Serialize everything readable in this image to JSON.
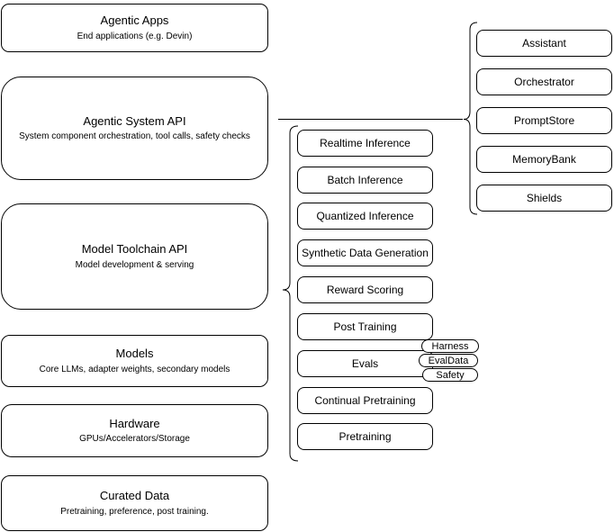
{
  "left_stack": {
    "agentic_apps": {
      "title": "Agentic Apps",
      "subtitle": "End applications (e.g. Devin)"
    },
    "agentic_system_api": {
      "title": "Agentic System API",
      "subtitle": "System component orchestration, tool calls, safety checks"
    },
    "model_toolchain_api": {
      "title": "Model Toolchain API",
      "subtitle": "Model development & serving"
    },
    "models": {
      "title": "Models",
      "subtitle": "Core LLMs, adapter weights, secondary models"
    },
    "hardware": {
      "title": "Hardware",
      "subtitle": "GPUs/Accelerators/Storage"
    },
    "curated_data": {
      "title": "Curated Data",
      "subtitle": "Pretraining, preference, post training."
    }
  },
  "toolchain_components": [
    "Realtime Inference",
    "Batch Inference",
    "Quantized Inference",
    "Synthetic Data Generation",
    "Reward Scoring",
    "Post Training",
    "Evals",
    "Continual Pretraining",
    "Pretraining"
  ],
  "evals_tags": [
    "Harness",
    "EvalData",
    "Safety"
  ],
  "system_components": [
    "Assistant",
    "Orchestrator",
    "PromptStore",
    "MemoryBank",
    "Shields"
  ],
  "colors": {
    "stroke": "#000000",
    "fill": "#ffffff",
    "background": "#ffffff",
    "text": "#000000"
  }
}
